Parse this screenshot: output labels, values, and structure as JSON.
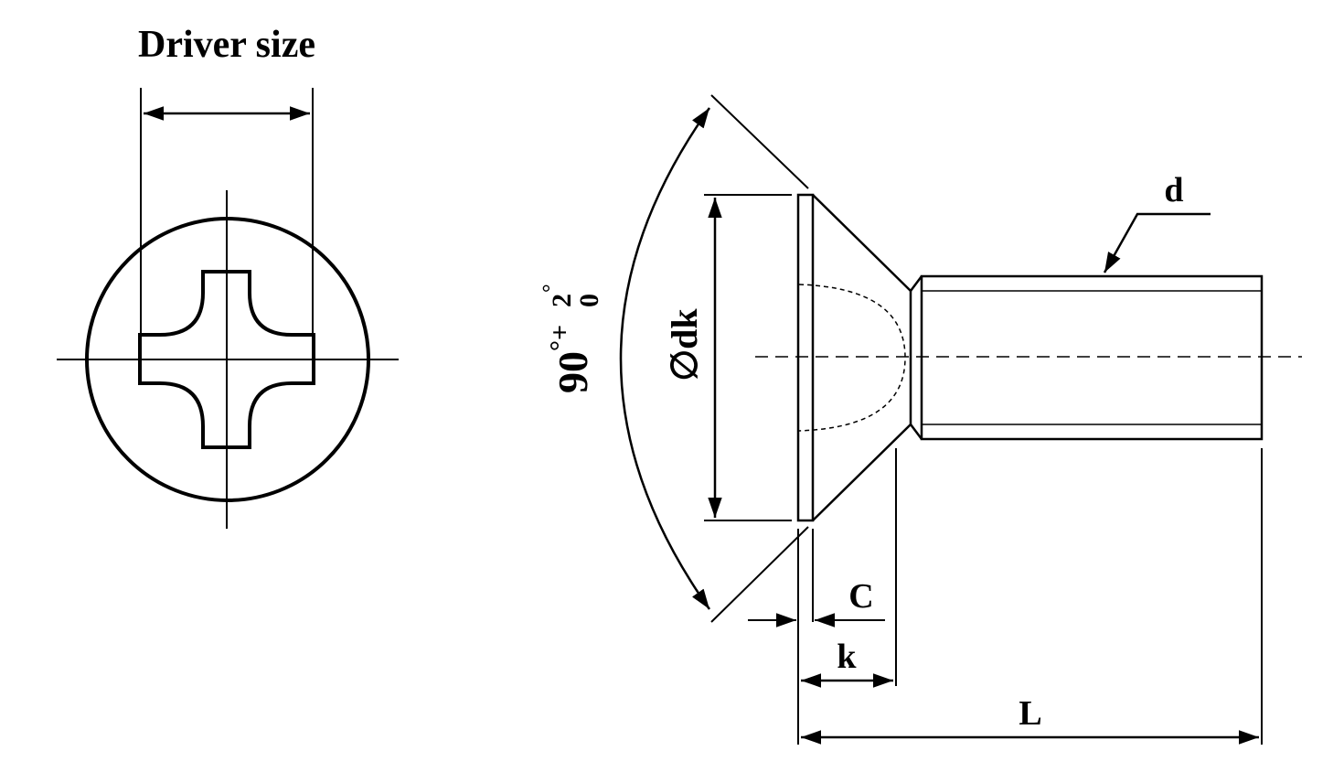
{
  "front_view": {
    "title": "Driver size"
  },
  "side_view": {
    "angle": {
      "main": "90",
      "sup_degree": "°",
      "sup_plus": "+",
      "tol_upper": "2",
      "tol_upper_degree": "°",
      "tol_lower": "0"
    },
    "head_diameter": "∅dk",
    "thread_diameter": "d",
    "chamfer": "C",
    "head_height": "k",
    "length": "L"
  },
  "colors": {
    "line": "#000000",
    "background": "#ffffff"
  }
}
